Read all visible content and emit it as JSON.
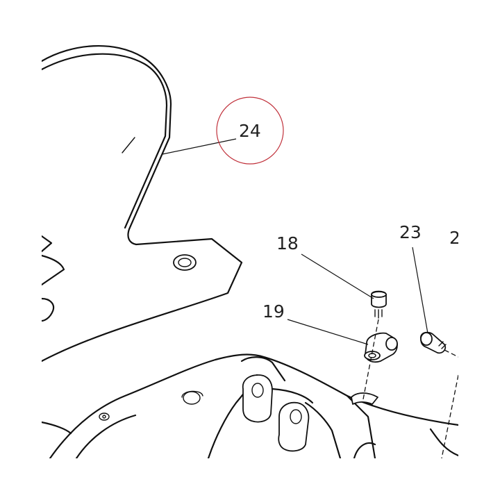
{
  "callouts": {
    "part_24": "24",
    "part_18": "18",
    "part_19": "19",
    "part_23": "23",
    "part_2_partial": "2"
  },
  "highlight": {
    "target": "24",
    "color": "#c0303a"
  },
  "colors": {
    "line": "#111111",
    "background": "#ffffff"
  }
}
